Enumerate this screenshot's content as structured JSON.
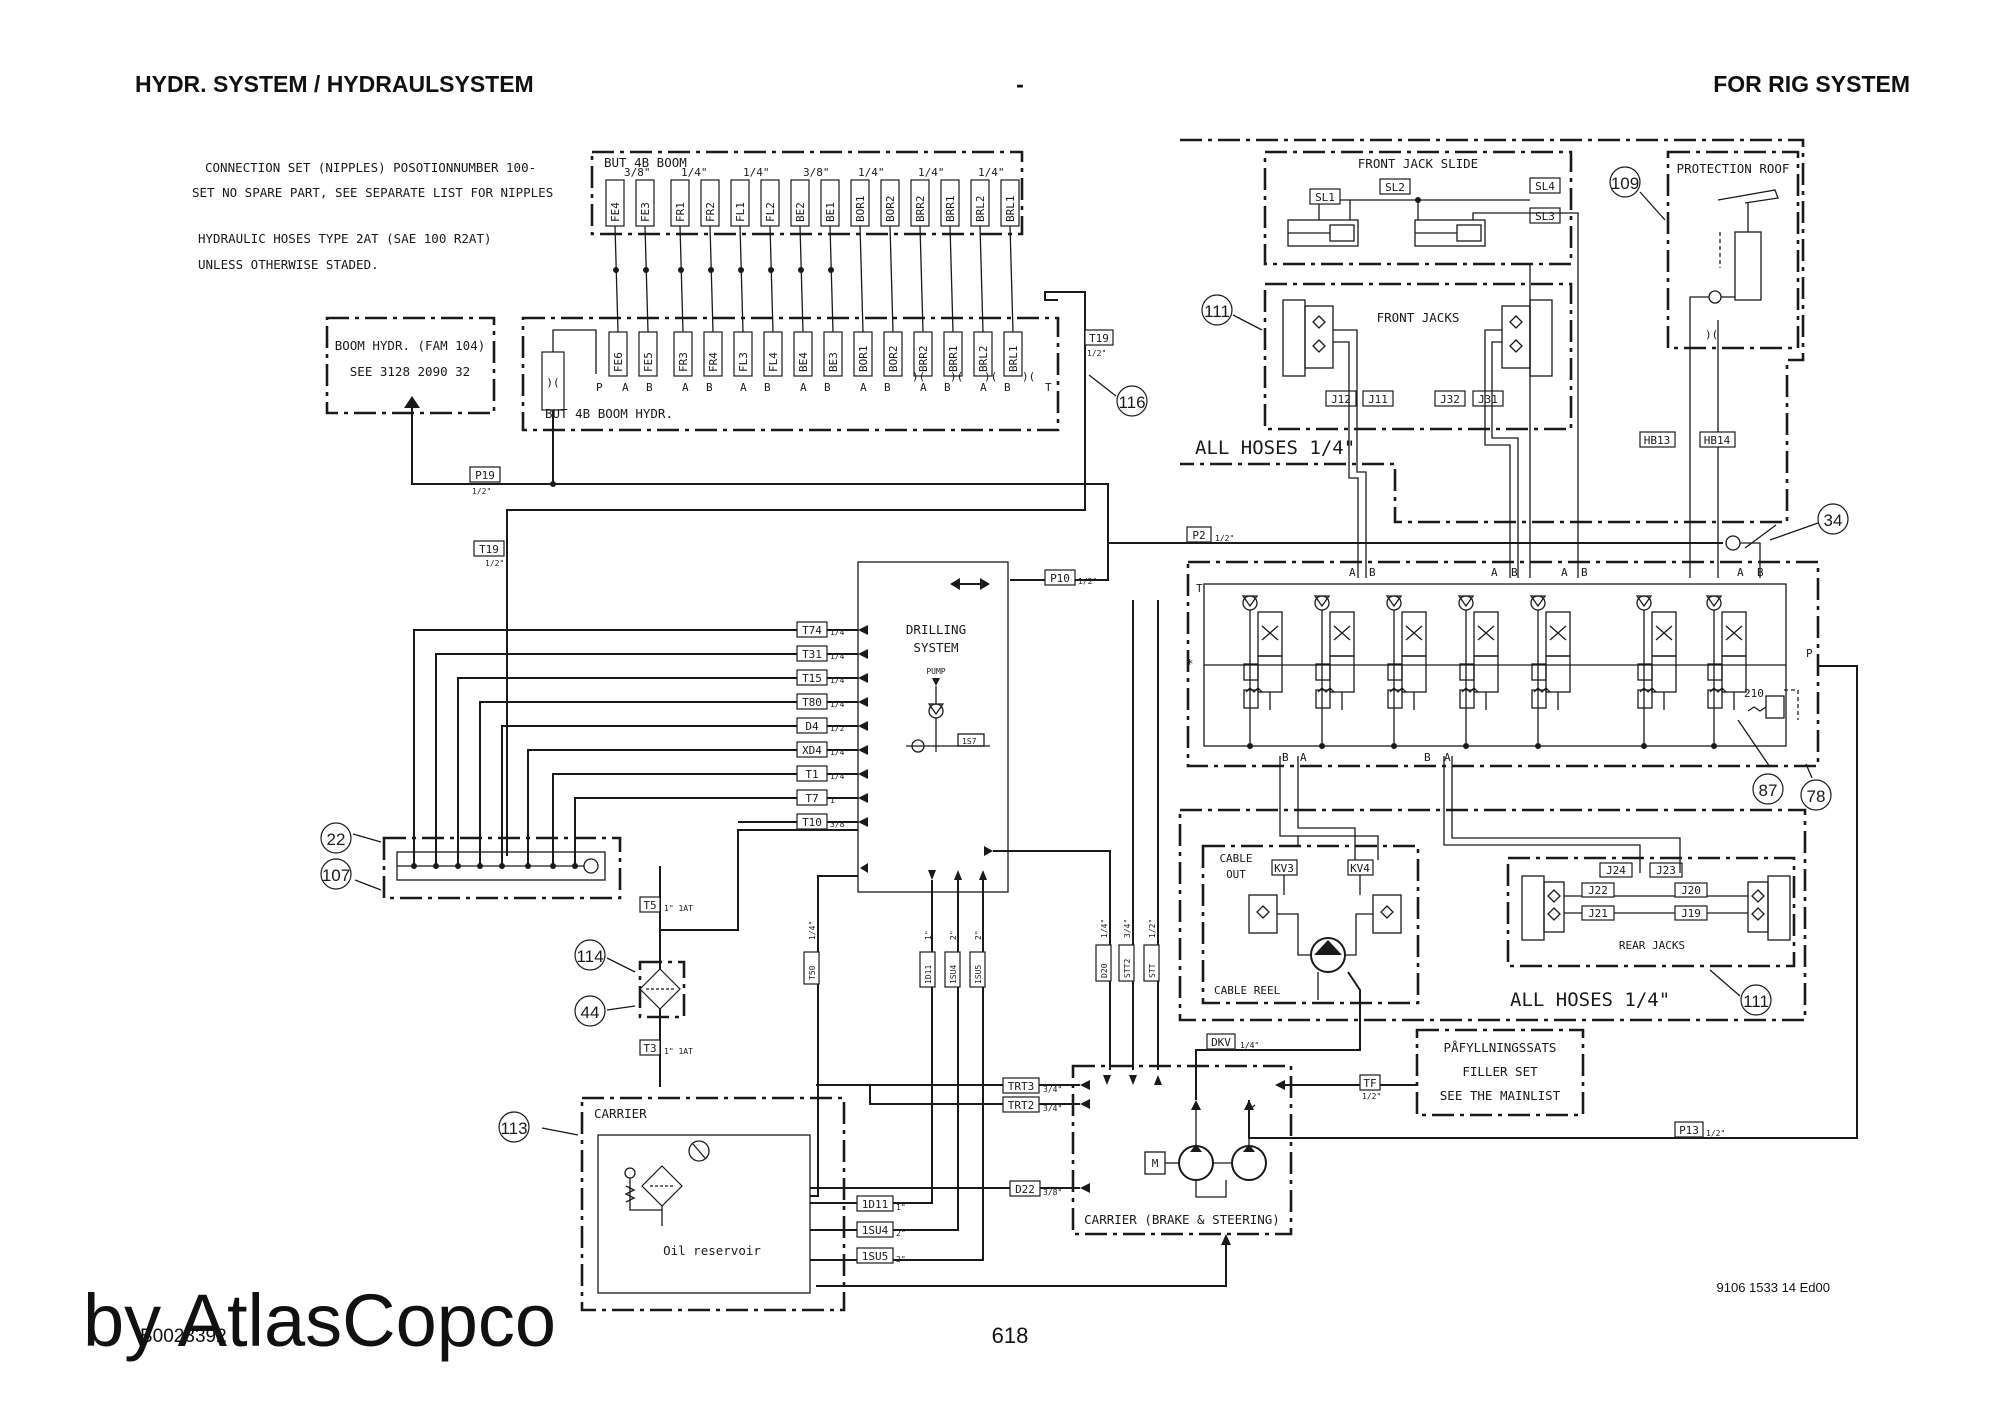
{
  "header": {
    "left": "HYDR. SYSTEM / HYDRAULSYSTEM",
    "center": "-",
    "right": "FOR RIG SYSTEM"
  },
  "notes": {
    "line1": "CONNECTION SET (NIPPLES) POSOTIONNUMBER 100-",
    "line2": "SET NO SPARE PART, SEE SEPARATE LIST FOR NIPPLES",
    "line3": "HYDRAULIC HOSES TYPE 2AT (SAE 100 R2AT)",
    "line4": "UNLESS OTHERWISE STADED."
  },
  "boom_hydr_box": {
    "line1": "BOOM HYDR. (FAM 104)",
    "line2": "SEE 3128 2090 32"
  },
  "but_boom": {
    "title": "BUT 4B BOOM",
    "sizes": [
      "3/8\"",
      "1/4\"",
      "1/4\"",
      "3/8\"",
      "1/4\"",
      "1/4\"",
      "1/4\""
    ],
    "top_labels": [
      "FE4",
      "FE3",
      "FR1",
      "FR2",
      "FL1",
      "FL2",
      "BE2",
      "BE1",
      "BOR1",
      "BOR2",
      "BRR2",
      "BRR1",
      "BRL2",
      "BRL1"
    ],
    "bottom_title": "BUT 4B BOOM HYDR.",
    "bottom_labels": [
      "FE6",
      "FE5",
      "FR3",
      "FR4",
      "FL3",
      "FL4",
      "BE4",
      "BE3",
      "BOR1",
      "BOR2",
      "BRR2",
      "BRR1",
      "BRL2",
      "BRL1"
    ],
    "port_labels": [
      "P",
      "A",
      "B",
      "A",
      "B",
      "A",
      "B",
      "A",
      "B",
      "A",
      "B",
      "A",
      "B",
      "A",
      "B",
      "T"
    ]
  },
  "hose_tags": {
    "T19_top": "T19",
    "T19_top_size": "1/2\"",
    "P19": "P19",
    "P19_size": "1/2\"",
    "T19_left": "T19",
    "T19_left_size": "1/2\"",
    "P2": "P2",
    "P2_size": "1/2\"",
    "P10": "P10",
    "P10_size": "1/2\"",
    "T5": "T5",
    "T5_size": "1\" 1AT",
    "T3": "T3",
    "T3_size": "1\" 1AT",
    "T50": "T50",
    "T50_size": "1/4\"",
    "1D11": "1D11",
    "1D11_size": "1\"",
    "1SU4": "1SU4",
    "1SU4_size": "2\"",
    "1SU5": "1SU5",
    "1SU5_size": "2\"",
    "D20": "D20",
    "D20_size": "1/4\"",
    "STT2": "STT2",
    "STT2_size": "3/4\"",
    "STT": "STT",
    "STT_size": "1/2\"",
    "DKV": "DKV",
    "DKV_size": "1/4\"",
    "TF": "TF",
    "TF_size": "1/2\"",
    "P13": "P13",
    "P13_size": "1/2\"",
    "TRT3": "TRT3",
    "TRT3_size": "3/4\"",
    "TRT2": "TRT2",
    "TRT2_size": "3/4\"",
    "D22": "D22",
    "D22_size": "3/8\"",
    "1D11b": "1D11",
    "1D11b_size": "1\"",
    "1SU4b": "1SU4",
    "1SU4b_size": "2\"",
    "1SU5b": "1SU5",
    "1SU5b_size": "2\"",
    "HB13": "HB13",
    "HB14": "HB14",
    "1S7": "1S7"
  },
  "drilling": {
    "title1": "DRILLING",
    "title2": "SYSTEM",
    "pump": "PUMP",
    "inputs": [
      {
        "tag": "T74",
        "size": "1/4\""
      },
      {
        "tag": "T31",
        "size": "1/4\""
      },
      {
        "tag": "T15",
        "size": "1/4\""
      },
      {
        "tag": "T80",
        "size": "1/4\""
      },
      {
        "tag": "D4",
        "size": "1/2\""
      },
      {
        "tag": "XD4",
        "size": "1/4\""
      },
      {
        "tag": "T1",
        "size": "1/4\""
      },
      {
        "tag": "T7",
        "size": "1\""
      },
      {
        "tag": "T10",
        "size": "3/8\""
      }
    ]
  },
  "front_jack_slide": {
    "title": "FRONT JACK SLIDE",
    "labels": [
      "SL1",
      "SL2",
      "SL4",
      "SL3"
    ]
  },
  "front_jacks": {
    "title": "FRONT JACKS",
    "labels": [
      "J12",
      "J11",
      "J32",
      "J31"
    ]
  },
  "all_hoses_top": "ALL HOSES 1/4\"",
  "protection_roof": "PROTECTION ROOF",
  "valve_block": {
    "labels_top": [
      "A",
      "B",
      "A",
      "B",
      "A",
      "B",
      "A",
      "B"
    ],
    "labels_bottom": [
      "B",
      "A",
      "B",
      "A"
    ],
    "T": "T",
    "P": "P",
    "n210": "210"
  },
  "cable_reel": {
    "title": "CABLE REEL",
    "cable_out1": "CABLE",
    "cable_out2": "OUT",
    "kv3": "KV3",
    "kv4": "KV4"
  },
  "rear_jacks": {
    "title": "REAR JACKS",
    "labels": [
      "J24",
      "J23",
      "J22",
      "J20",
      "J21",
      "J19"
    ]
  },
  "all_hoses_bottom": "ALL HOSES 1/4\"",
  "filler": {
    "line1": "PÅFYLLNINGSSATS",
    "line2": "FILLER SET",
    "line3": "SEE THE MAINLIST"
  },
  "carrier": {
    "title": "CARRIER",
    "reservoir": "Oil reservoir"
  },
  "carrier_pump": {
    "title": "CARRIER (BRAKE & STEERING)",
    "motor": "M"
  },
  "bubbles": {
    "b116": "116",
    "b109": "109",
    "b111a": "111",
    "b34": "34",
    "b22": "22",
    "b107": "107",
    "b114": "114",
    "b44": "44",
    "b87": "87",
    "b78": "78",
    "b111b": "111",
    "b113": "113"
  },
  "footer": {
    "watermark": "by AtlasCopco",
    "code": "B0023392",
    "page": "618",
    "doc_number": "9106 1533 14 Ed00"
  }
}
